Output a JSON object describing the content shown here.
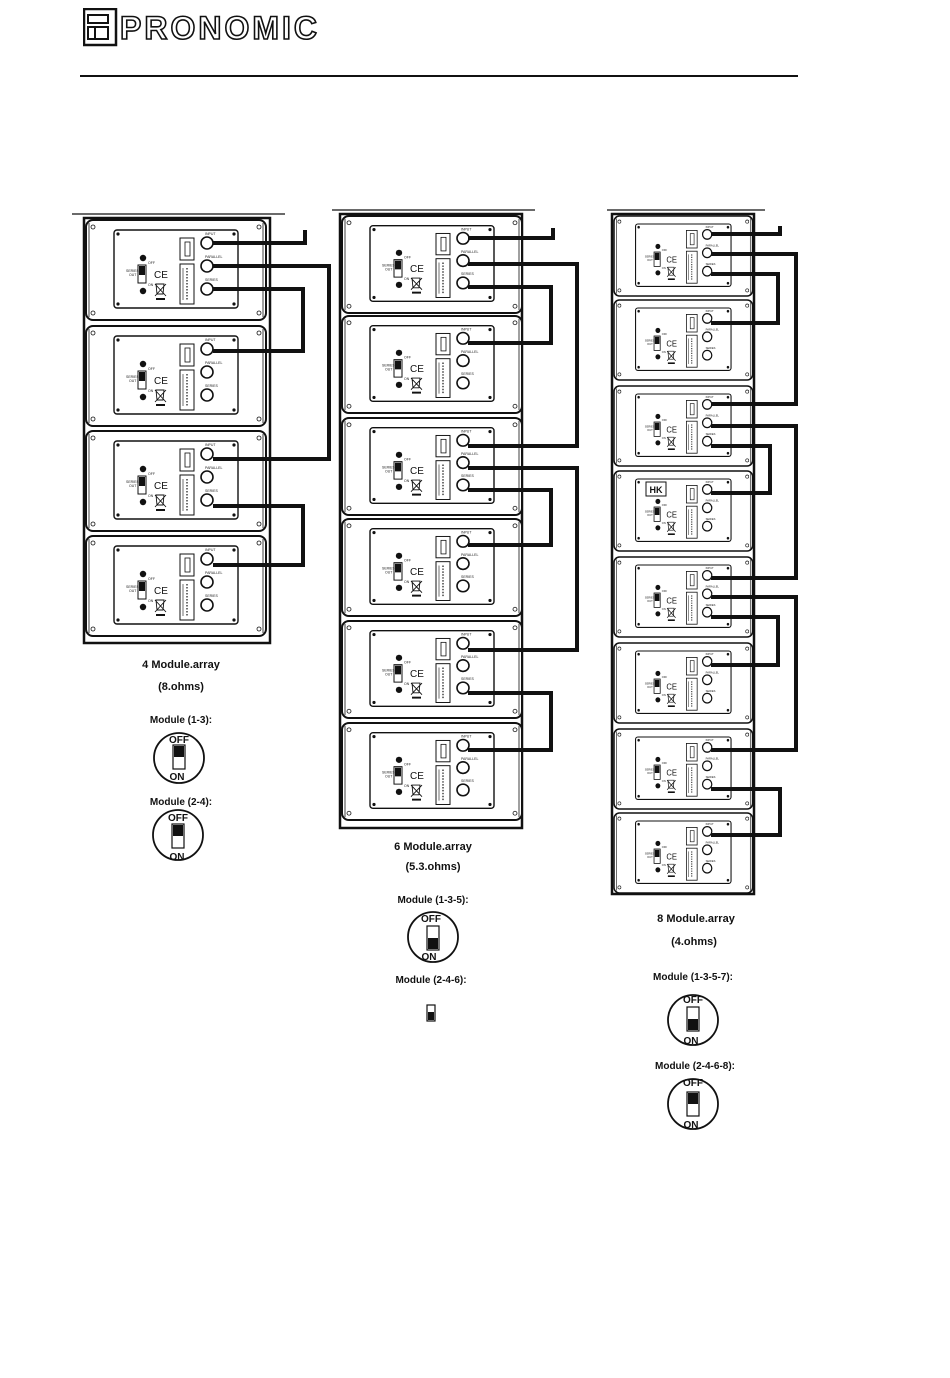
{
  "brand": {
    "name": "PRONOMIC",
    "logo_letters": "PM"
  },
  "panel": {
    "labels": {
      "input": "INPUT",
      "parallel_out": "PARALLEL OUT",
      "series_out": "SERIES OUT",
      "series_out_switch": "SERIES OUT",
      "off": "OFF",
      "on": "ON",
      "ce": "CE",
      "hk": "HK"
    }
  },
  "arrays": [
    {
      "name": "4 Module.array",
      "impedance": "(8.ohms)",
      "modules": 4,
      "switch_settings": [
        {
          "label": "Module (1-3):",
          "off": "OFF",
          "on": "ON",
          "position": "off"
        },
        {
          "label": "Module (2-4):",
          "off": "OFF",
          "on": "ON",
          "position": "on"
        }
      ]
    },
    {
      "name": "6 Module.array",
      "impedance": "(5.3.ohms)",
      "modules": 6,
      "switch_settings": [
        {
          "label": "Module (1-3-5):",
          "off": "OFF",
          "on": "ON",
          "position": "on"
        },
        {
          "label": "Module (2-4-6):",
          "off": "",
          "on": "",
          "position": "on"
        }
      ]
    },
    {
      "name": "8 Module.array",
      "impedance": "(4.ohms)",
      "modules": 8,
      "switch_settings": [
        {
          "label": "Module (1-3-5-7):",
          "off": "OFF",
          "on": "ON",
          "position": "on"
        },
        {
          "label": "Module (2-4-6-8):",
          "off": "OFF",
          "on": "ON",
          "position": "off"
        }
      ]
    }
  ]
}
